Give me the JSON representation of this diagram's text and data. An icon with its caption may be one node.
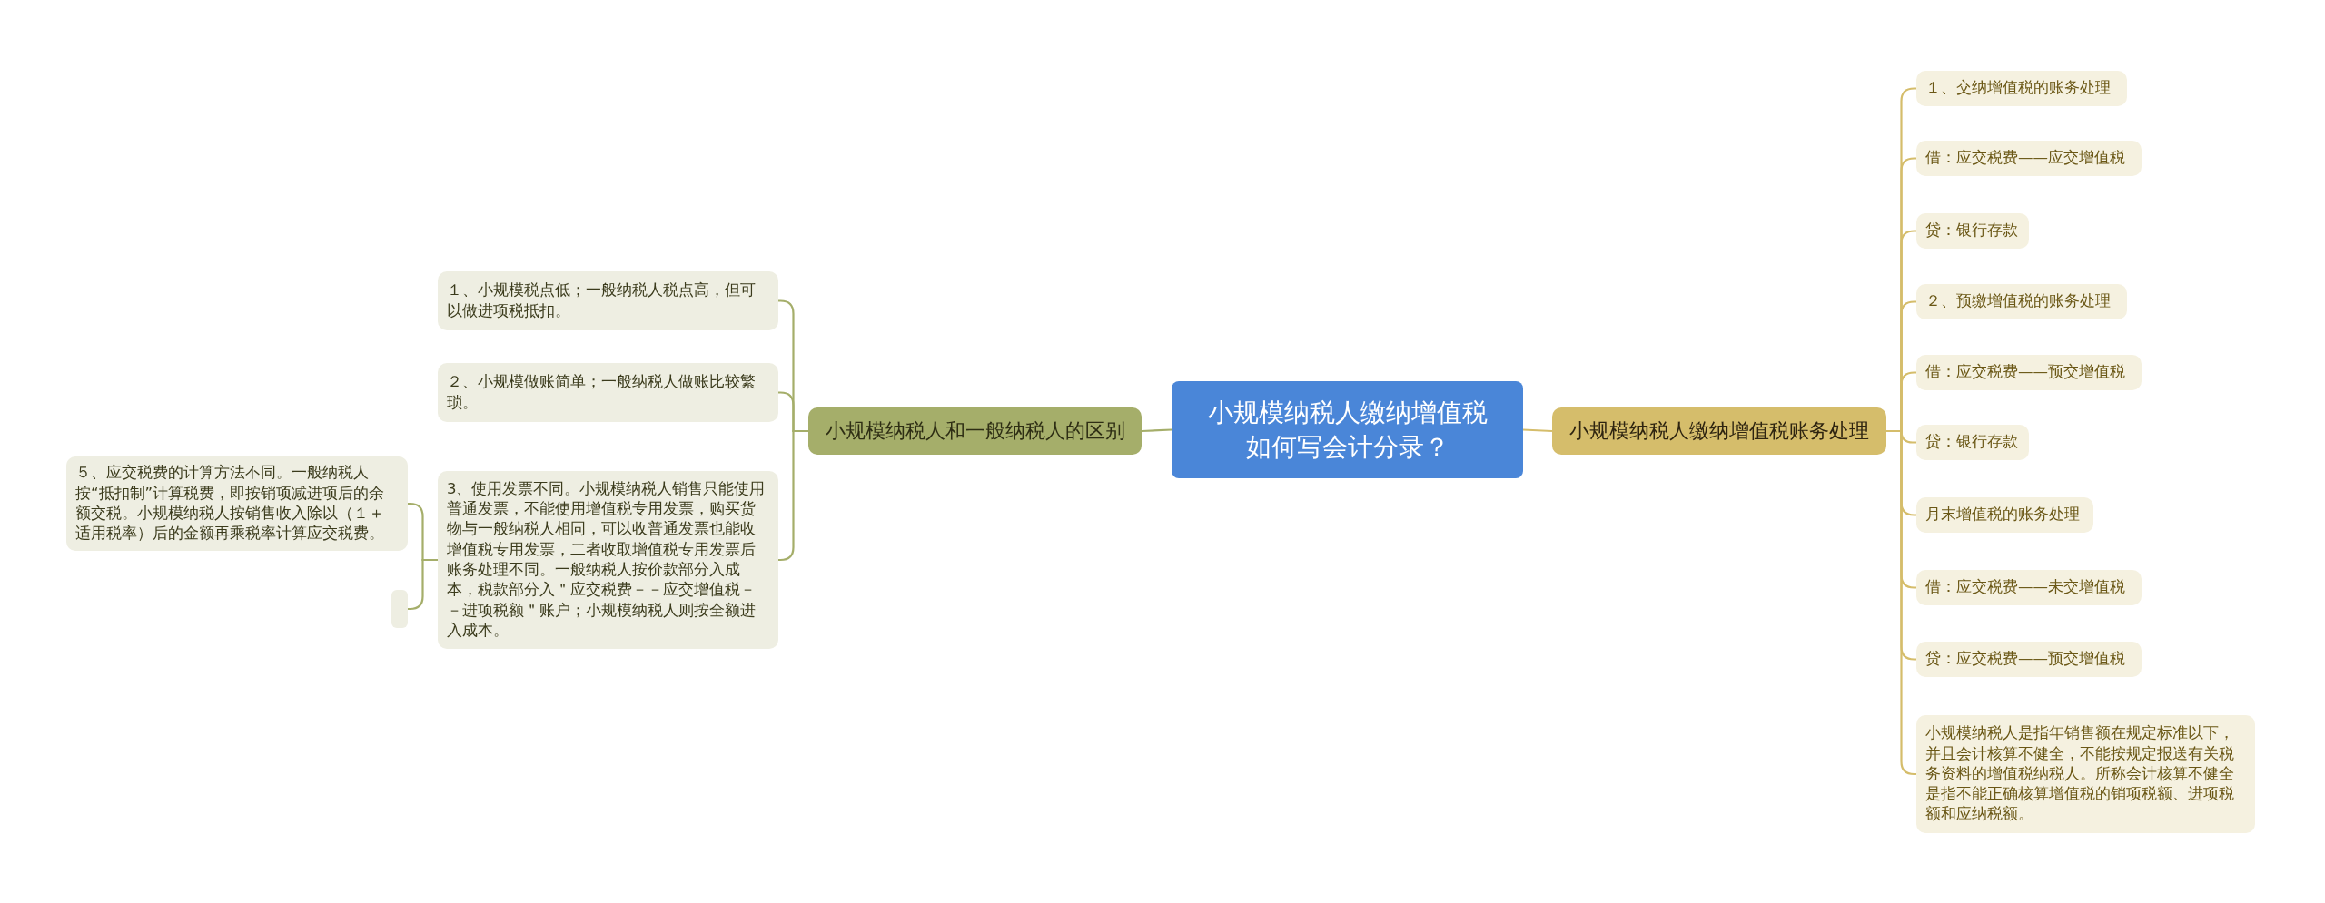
{
  "diagram": {
    "nodes": [
      {
        "text": [
          "小规模纳税人缴纳增值税如何写会计分录？"
        ]
      },
      {
        "text": [
          "小规模纳税人和一般纳税人的区别"
        ]
      },
      {
        "text": [
          "小规模纳税人缴纳增值税账务处理"
        ]
      },
      {
        "text": [
          "１、小规模税点低；一般纳税人税点高，但可以做进项税抵扣。"
        ]
      },
      {
        "text": [
          "２、小规模做账简单；一般纳税人做账比较繁琐。"
        ]
      },
      {
        "text": [
          "3、使用发票不同。小规模纳税人销售只能使用普通发票，不能使用增值税专用发票，购买货物与一般纳税人相同，可以收普通发票也能收增值税专用发票，二者收取增值税专用发票后账务处理不同。一般纳税人按价款部分入成本，税款部分入＂应交税费－－应交增值税－－进项税额＂账户；小规模纳税人则按全额进入成本。"
        ]
      },
      {
        "text": [
          "５、应交税费的计算方法不同。一般纳税人按“抵扣制”计算税费，即按销项减进项后的余额交税。小规模纳税人按销售收入除以（１＋适用税率）后的金额再乘税率计算应交税费。"
        ]
      },
      {
        "text": [],
        "shape": "box"
      },
      {
        "text": [
          "１、交纳增值税的账务处理"
        ]
      },
      {
        "text": [
          "借：应交税费——应交增值税"
        ]
      },
      {
        "text": [
          "贷：银行存款"
        ]
      },
      {
        "text": [
          "２、预缴增值税的账务处理"
        ]
      },
      {
        "text": [
          "借：应交税费——预交增值税"
        ]
      },
      {
        "text": [
          "贷：银行存款"
        ]
      },
      {
        "text": [
          "月末增值税的账务处理"
        ]
      },
      {
        "text": [
          "借：应交税费——未交增值税"
        ]
      },
      {
        "text": [
          "贷：应交税费——预交增值税"
        ]
      },
      {
        "text": [
          "小规模纳税人是指年销售额在规定标准以下，并且会计核算不健全，不能按规定报送有关税务资料的增值税纳税人。所称会计核算不健全是指不能正确核算增值税的销项税额、进项税额和应纳税额。"
        ]
      }
    ],
    "edges": [
      {
        "from": 0,
        "to": 1,
        "arrow": "none"
      },
      {
        "from": 0,
        "to": 2,
        "arrow": "none"
      },
      {
        "from": 1,
        "to": 3,
        "arrow": "none"
      },
      {
        "from": 1,
        "to": 4,
        "arrow": "none"
      },
      {
        "from": 1,
        "to": 5,
        "arrow": "none"
      },
      {
        "from": 5,
        "to": 6,
        "arrow": "none"
      },
      {
        "from": 5,
        "to": 7,
        "arrow": "none"
      },
      {
        "from": 2,
        "to": 8,
        "arrow": "none"
      },
      {
        "from": 2,
        "to": 9,
        "arrow": "none"
      },
      {
        "from": 2,
        "to": 10,
        "arrow": "none"
      },
      {
        "from": 2,
        "to": 11,
        "arrow": "none"
      },
      {
        "from": 2,
        "to": 12,
        "arrow": "none"
      },
      {
        "from": 2,
        "to": 13,
        "arrow": "none"
      },
      {
        "from": 2,
        "to": 14,
        "arrow": "none"
      },
      {
        "from": 2,
        "to": 15,
        "arrow": "none"
      },
      {
        "from": 2,
        "to": 16,
        "arrow": "none"
      },
      {
        "from": 2,
        "to": 17,
        "arrow": "none"
      }
    ]
  }
}
